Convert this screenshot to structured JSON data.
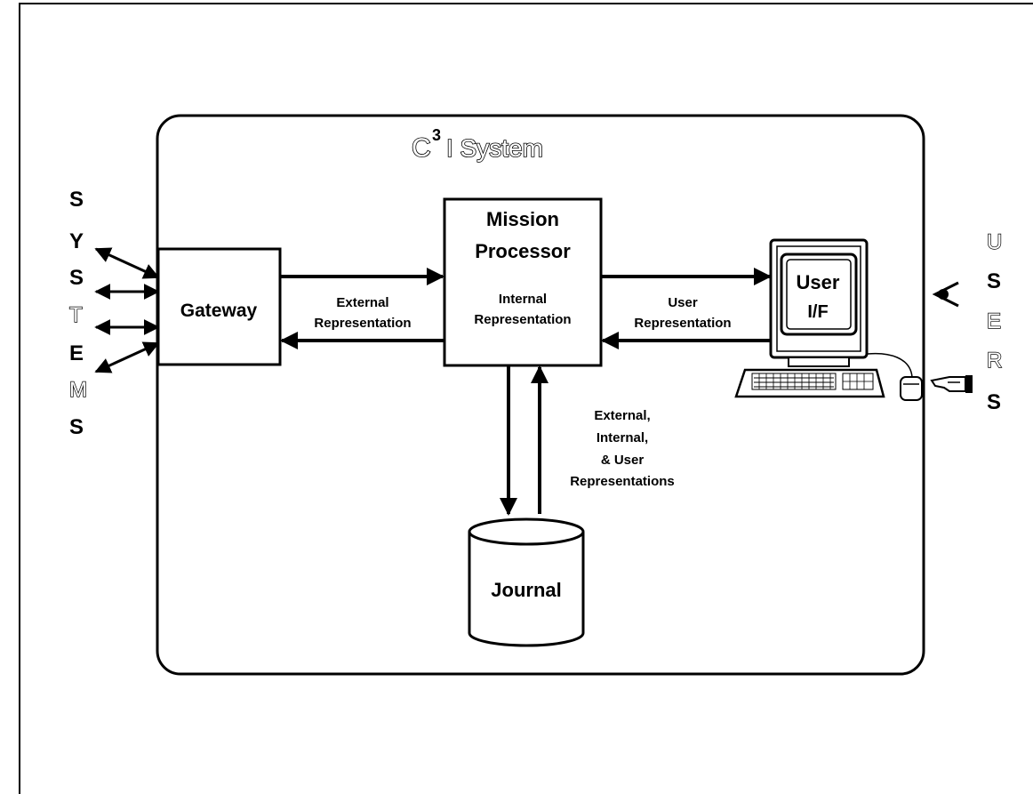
{
  "system_title": {
    "prefix": "C",
    "superscript": "3",
    "rest": "I System"
  },
  "systems_letters": [
    "S",
    "Y",
    "S",
    "T",
    "E",
    "M",
    "S"
  ],
  "users_letters": [
    "U",
    "S",
    "E",
    "R",
    "S"
  ],
  "gateway": "Gateway",
  "mission_processor": {
    "line1": "Mission",
    "line2": "Processor",
    "sub1": "Internal",
    "sub2": "Representation"
  },
  "user_if": {
    "line1": "User",
    "line2": "I/F"
  },
  "journal": "Journal",
  "external_rep": {
    "line1": "External",
    "line2": "Representation"
  },
  "user_rep": {
    "line1": "User",
    "line2": "Representation"
  },
  "all_reps": {
    "line1": "External,",
    "line2": "Internal,",
    "line3": "& User",
    "line4": "Representations"
  }
}
